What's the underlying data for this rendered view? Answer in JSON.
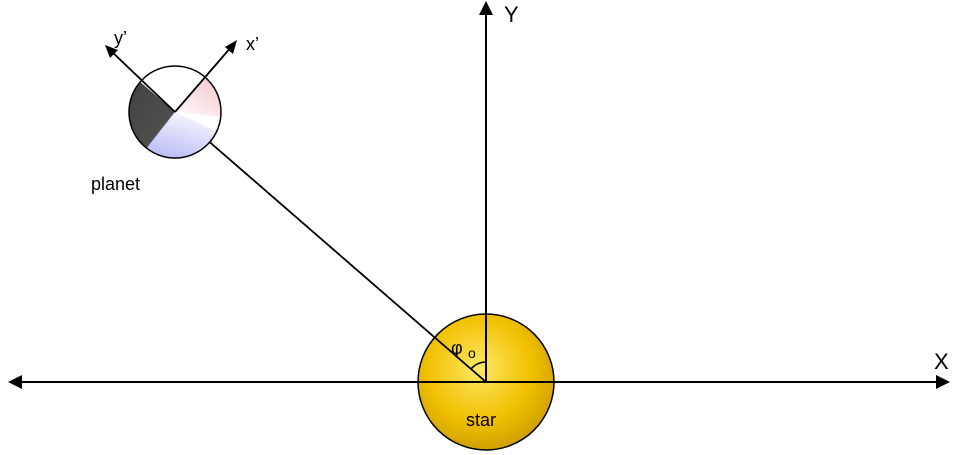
{
  "diagram": {
    "labels": {
      "x_axis": "X",
      "y_axis": "Y",
      "x_prime": "x’",
      "y_prime": "y’",
      "planet": "planet",
      "star": "star",
      "phi": "φ",
      "phi_subscript": "o"
    },
    "colors": {
      "star_fill": "#e8b800",
      "star_highlight": "#ffe45c",
      "planet_dark": "#3c3c3c",
      "planet_red": "#f2b7bd",
      "planet_blue": "#9c9cf0",
      "line": "#000000"
    }
  }
}
